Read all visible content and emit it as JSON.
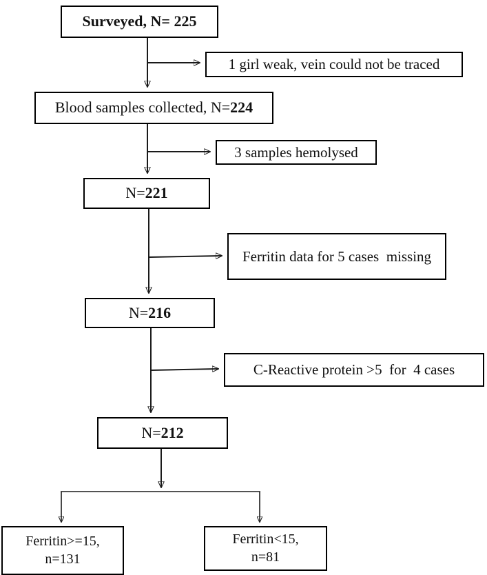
{
  "diagram": {
    "type": "participant-flow-chart",
    "title_node": "Surveyed, N= 225",
    "nodes": [
      {
        "id": "surveyed",
        "label_plain": "Surveyed, N= ",
        "label_bold": "225",
        "full": "Surveyed, N= 225"
      },
      {
        "id": "excl1",
        "full": "1 girl weak, vein could not be traced"
      },
      {
        "id": "blood",
        "label_plain": "Blood samples collected, N=",
        "label_bold": "224",
        "full": "Blood samples collected, N=224"
      },
      {
        "id": "excl2",
        "full": "3 samples hemolysed"
      },
      {
        "id": "n221",
        "label_plain": "N=",
        "label_bold": "221",
        "full": "N=221"
      },
      {
        "id": "excl3",
        "full": "Ferritin data for 5 cases  missing"
      },
      {
        "id": "n216",
        "label_plain": "N=",
        "label_bold": "216",
        "full": "N=216"
      },
      {
        "id": "excl4",
        "full": "C-Reactive protein >5  for  4 cases"
      },
      {
        "id": "n212",
        "label_plain": "N=",
        "label_bold": "212",
        "full": "N=212"
      },
      {
        "id": "outcome_high",
        "line1": "Ferritin>=15,",
        "line2": "n=131",
        "full": "Ferritin>=15, n=131"
      },
      {
        "id": "outcome_low",
        "line1": "Ferritin<15,",
        "line2": "n=81",
        "full": "Ferritin<15, n=81"
      }
    ],
    "counts": {
      "surveyed": 225,
      "blood_samples_collected": 224,
      "after_hemolysed": 221,
      "after_ferritin_missing": 216,
      "after_crp": 212,
      "ferritin_ge_15": 131,
      "ferritin_lt_15": 81
    },
    "exclusions": [
      {
        "reason": "1 girl weak, vein could not be traced",
        "n": 1
      },
      {
        "reason": "3 samples hemolysed",
        "n": 3
      },
      {
        "reason": "Ferritin data for 5 cases  missing",
        "n": 5
      },
      {
        "reason": "C-Reactive protein >5  for  4 cases",
        "n": 4
      }
    ],
    "colors": {
      "box_border": "#000000",
      "box_fill": "#ffffff",
      "connector": "#1a1a1a",
      "text": "#111111"
    }
  }
}
